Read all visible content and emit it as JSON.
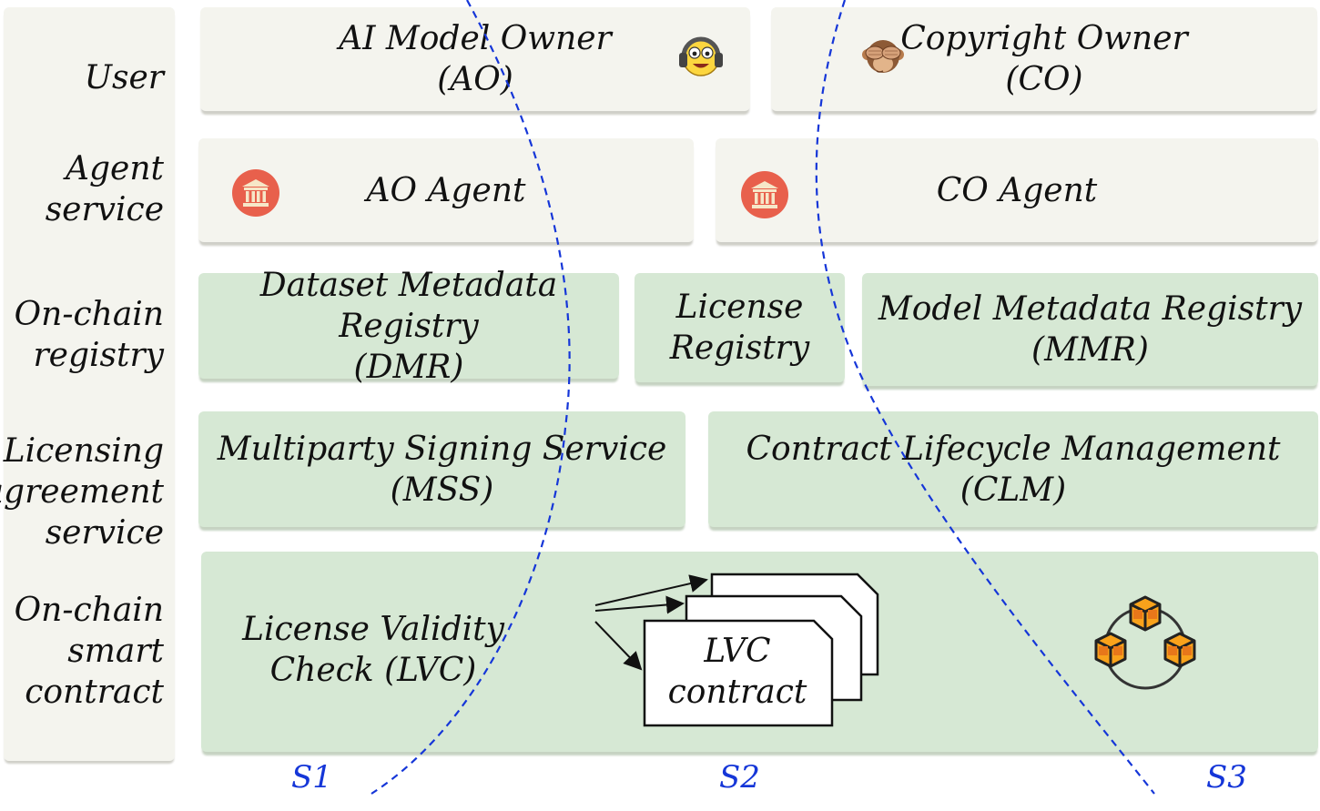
{
  "layers": [
    {
      "key": "user",
      "label": "User"
    },
    {
      "key": "agent",
      "label": "Agent\nservice"
    },
    {
      "key": "registry",
      "label": "On-chain\nregistry"
    },
    {
      "key": "licensing",
      "label": "Licensing\nagreement\nservice"
    },
    {
      "key": "contract",
      "label": "On-chain\nsmart\ncontract"
    }
  ],
  "components": {
    "ai_model_owner": "AI Model Owner\n(AO)",
    "copyright_owner": "Copyright Owner\n(CO)",
    "ao_agent": "AO Agent",
    "co_agent": "CO Agent",
    "dmr": "Dataset Metadata Registry\n(DMR)",
    "license_registry": "License\nRegistry",
    "mmr": "Model Metadata Registry\n(MMR)",
    "mss": "Multiparty Signing Service\n(MSS)",
    "clm": "Contract Lifecycle Management\n(CLM)",
    "lvc": "License Validity\nCheck (LVC)",
    "lvc_contract": "LVC\ncontract"
  },
  "streams": [
    "S1",
    "S2",
    "S3"
  ],
  "icons": {
    "ao": "headphone-face-icon",
    "co": "see-no-evil-monkey-icon",
    "agent": "bank-building-icon",
    "blockchain": "blockchain-cubes-icon"
  },
  "colors": {
    "light_box": "#f4f4ee",
    "green_box": "#d6e8d4",
    "stream_line": "#1536d8"
  }
}
